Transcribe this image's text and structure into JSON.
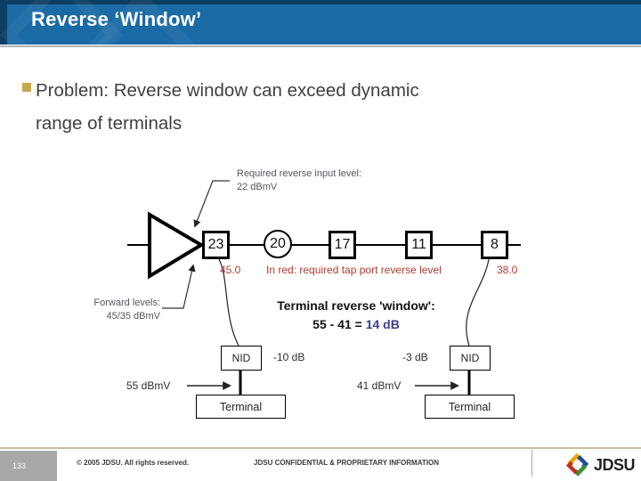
{
  "slide": {
    "title": "Reverse ‘Window’",
    "bullet_line1": "Problem: Reverse window can exceed dynamic",
    "bullet_line2": "range of terminals"
  },
  "diagram": {
    "callout_required": {
      "line1": "Required reverse input level:",
      "line2": "22 dBmV"
    },
    "taps": [
      {
        "shape": "square",
        "value": "23"
      },
      {
        "shape": "circle",
        "value": "20"
      },
      {
        "shape": "square",
        "value": "17"
      },
      {
        "shape": "square",
        "value": "11"
      },
      {
        "shape": "square",
        "value": "8"
      }
    ],
    "red_left_value": "45.0",
    "red_legend": "In red: required tap port reverse level",
    "red_right_value": "38.0",
    "forward_levels": {
      "line1": "Forward levels:",
      "line2": "45/35 dBmV"
    },
    "window": {
      "line1": "Terminal reverse 'window':",
      "line2_black": "55 - 41 = ",
      "line2_blue": "14 dB"
    },
    "nid_left": "NID",
    "nid_right": "NID",
    "loss_left": "-10 dB",
    "loss_right": "-3 dB",
    "level_left": "55 dBmV",
    "level_right": "41 dBmV",
    "terminal_left": "Terminal",
    "terminal_right": "Terminal"
  },
  "footer": {
    "page_number": "133",
    "copyright": "© 2005 JDSU. All rights reserved.",
    "confidential": "JDSU CONFIDENTIAL & PROPRIETARY INFORMATION",
    "logo_text": "JDSU"
  },
  "colors": {
    "titlebar_blue": "#1a6aa5",
    "titlebar_edge_navy": "#0d3d63",
    "bullet_square_gold": "#c9a84c",
    "red_text": "#b43b32",
    "navy_highlight": "#3e3e8e",
    "footer_tan_line": "#c8c09b",
    "page_number_box_gray": "#a8a8a8",
    "logo_yellow": "#f0a500",
    "logo_blue": "#1f4e9c",
    "logo_green": "#3d8e33",
    "logo_red": "#c03321"
  }
}
